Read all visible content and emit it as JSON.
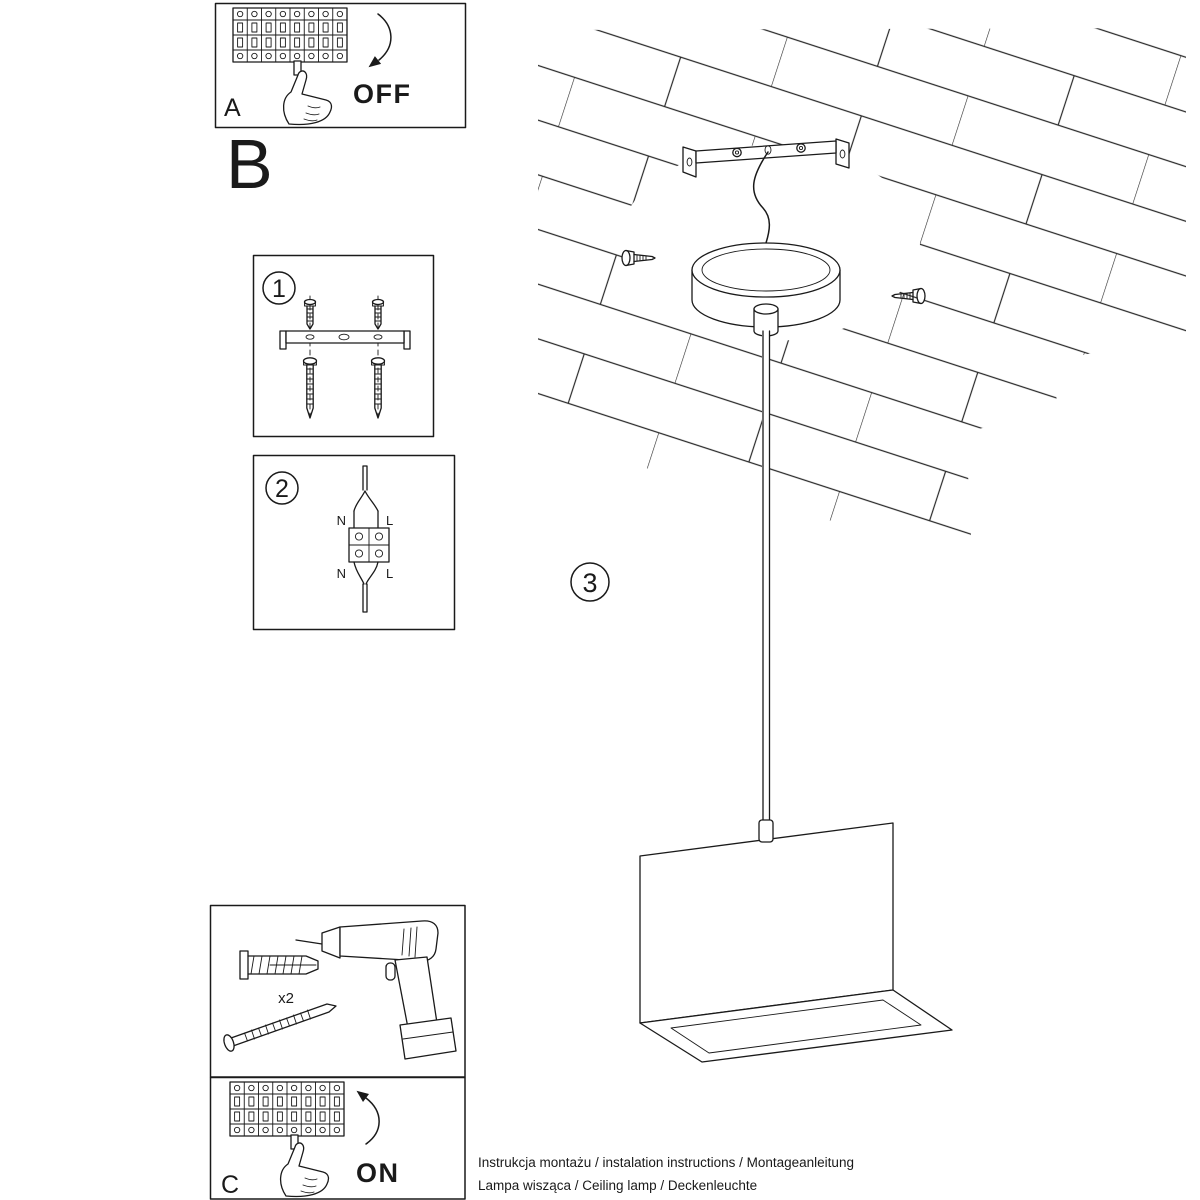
{
  "colors": {
    "ink": "#1a1a1a",
    "paper": "#ffffff"
  },
  "steps": {
    "a": "A",
    "b": "B",
    "c": "C",
    "step1": "1",
    "step2": "2",
    "step3": "3"
  },
  "labels": {
    "off": "OFF",
    "on": "ON",
    "quantity": "x2",
    "wire_top_n": "N",
    "wire_top_l": "L",
    "wire_bottom_n": "N",
    "wire_bottom_l": "L"
  },
  "footer": {
    "line1": "Instrukcja montażu / instalation instructions / Montageanleitung",
    "line2": "Lampa wisząca / Ceiling lamp / Deckenleuchte"
  }
}
